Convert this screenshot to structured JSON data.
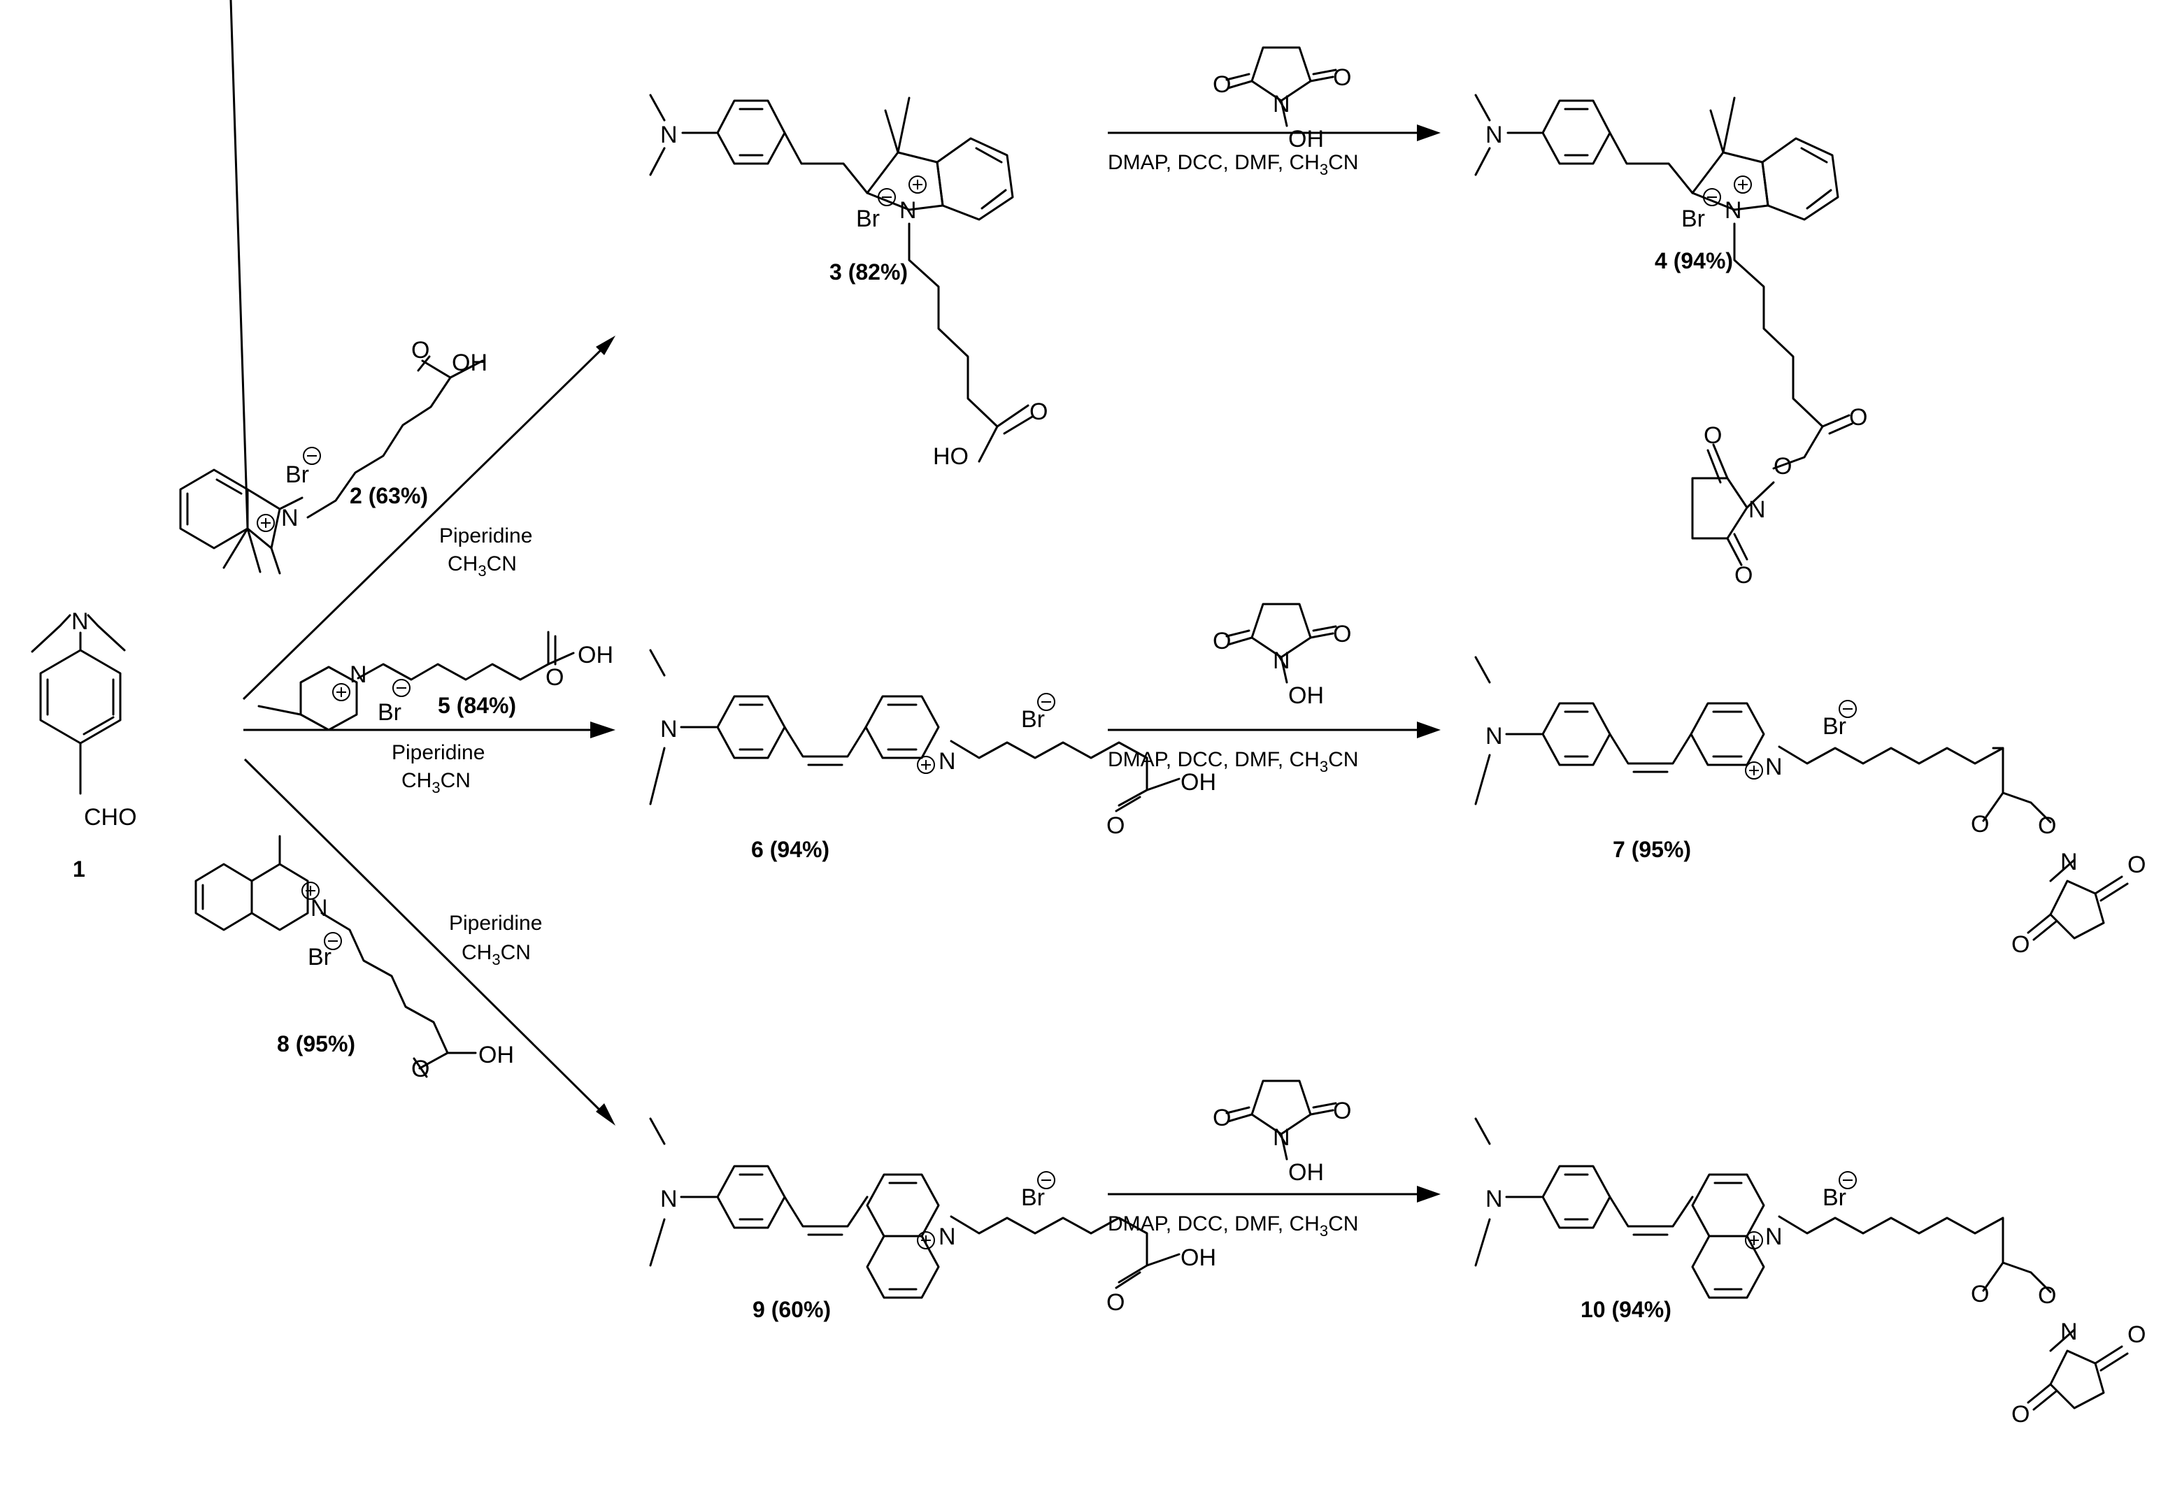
{
  "labels": {
    "c1": "1",
    "c2": "2 (63%)",
    "c3": "3 (82%)",
    "c4": "4 (94%)",
    "c5": "5 (84%)",
    "c6": "6 (94%)",
    "c7": "7 (95%)",
    "c8": "8 (95%)",
    "c9": "9 (60%)",
    "c10": "10 (94%)"
  },
  "conditions": {
    "piperidine": "Piperidine",
    "acetonitrile_base": "CH",
    "acetonitrile_sub": "3",
    "acetonitrile_tail": "CN",
    "nhs_step_prefix": "DMAP, DCC, DMF, CH"
  },
  "atoms": {
    "N": "N",
    "O": "O",
    "OH": "OH",
    "HO": "HO",
    "Br": "Br",
    "CHO": "CHO"
  }
}
